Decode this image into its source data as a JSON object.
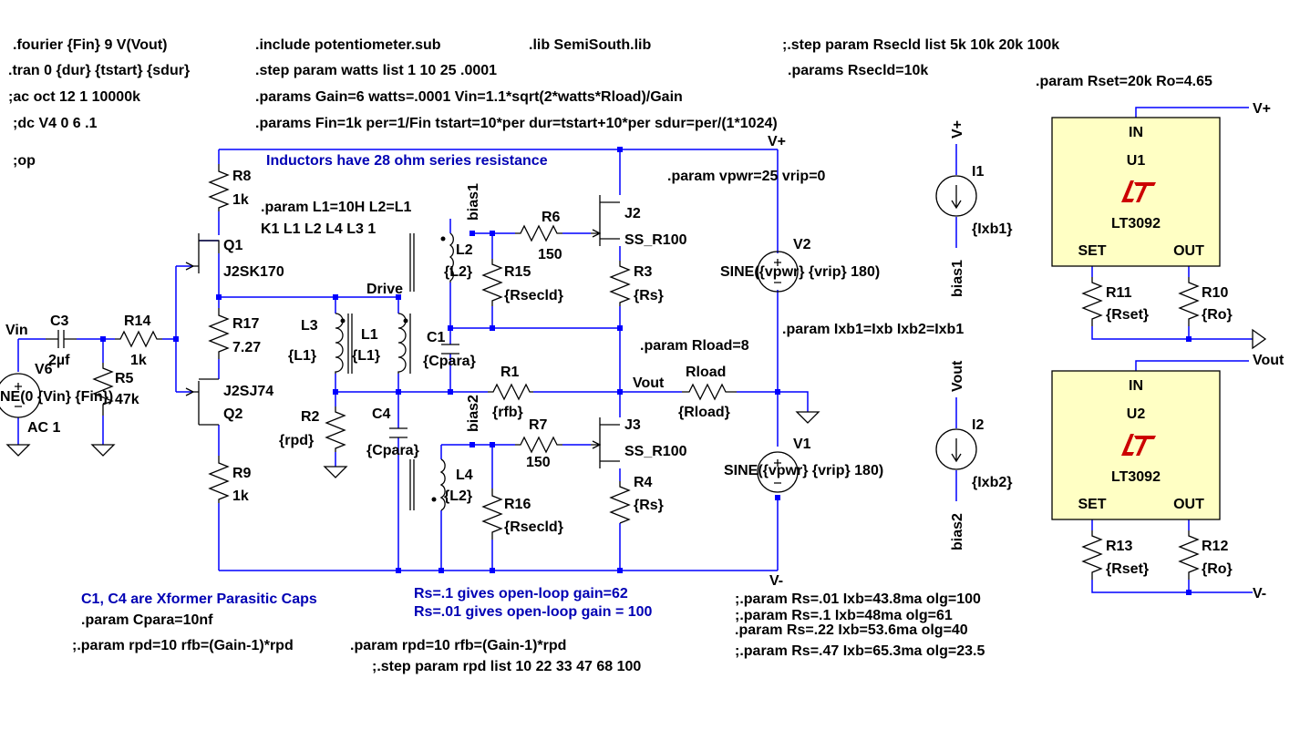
{
  "directives": {
    "fourier": ".fourier {Fin} 9 V(Vout)",
    "tran": ".tran 0 {dur} {tstart} {sdur}",
    "ac": ";ac oct 12 1 10000k",
    "dc": ";dc V4 0 6 .1",
    "op": ";op",
    "include": ".include potentiometer.sub",
    "step_watts": ".step param watts list 1  10   25 .0001",
    "params_gain": ".params Gain=6 watts=.0001 Vin=1.1*sqrt(2*watts*Rload)/Gain",
    "params_fin": ".params Fin=1k per=1/Fin tstart=10*per dur=tstart+10*per sdur=per/(1*1024)",
    "lib": ".lib SemiSouth.lib",
    "step_rsecld": ";.step param Rsecld list 5k 10k 20k 100k",
    "params_rsecld": ".params Rsecld=10k",
    "param_rset": ".param Rset=20k Ro=4.65",
    "param_inductors": ".param L1=10H L2=L1",
    "coupling": "K1 L1 L2 L4  L3 1",
    "param_vpwr": ".param vpwr=25 vrip=0",
    "param_ixb": ".param Ixb1=Ixb Ixb2=Ixb1",
    "param_rload": ".param Rload=8",
    "param_cpara": ".param Cpara=10nf",
    "param_rpd_commented": ";.param rpd=10 rfb=(Gain-1)*rpd",
    "param_rpd": ".param rpd=10 rfb=(Gain-1)*rpd",
    "step_rpd": ";.step param rpd list 10 22 33 47 68 100",
    "rs_001": ";.param Rs=.01 Ixb=43.8ma olg=100",
    "rs_01": ";.param Rs=.1 Ixb=48ma  olg=61",
    "rs_022": ".param Rs=.22 Ixb=53.6ma olg=40",
    "rs_047": ";.param Rs=.47 Ixb=65.3ma olg=23.5"
  },
  "comments": {
    "inductors": "Inductors have 28 ohm series resistance",
    "parasitic": "C1, C4 are Xformer Parasitic Caps",
    "olg_01": "Rs=.1   gives open-loop gain=62",
    "olg_001": "Rs=.01 gives open-loop gain = 100"
  },
  "nets": {
    "vplus": "V+",
    "vminus": "V-",
    "vin": "Vin",
    "vout": "Vout",
    "drive": "Drive",
    "bias1": "bias1",
    "bias2": "bias2"
  },
  "components": {
    "R8": {
      "name": "R8",
      "value": "1k"
    },
    "R9": {
      "name": "R9",
      "value": "1k"
    },
    "R14": {
      "name": "R14",
      "value": "1k"
    },
    "R5": {
      "name": "R5",
      "value": "47k"
    },
    "R17": {
      "name": "R17",
      "value": "7.27"
    },
    "R2": {
      "name": "R2",
      "value": "{rpd}"
    },
    "R1": {
      "name": "R1",
      "value": "{rfb}"
    },
    "R6": {
      "name": "R6",
      "value": "150"
    },
    "R7": {
      "name": "R7",
      "value": "150"
    },
    "R15": {
      "name": "R15",
      "value": "{Rsecld}"
    },
    "R16": {
      "name": "R16",
      "value": "{Rsecld}"
    },
    "R3": {
      "name": "R3",
      "value": "{Rs}"
    },
    "R4": {
      "name": "R4",
      "value": "{Rs}"
    },
    "Rload": {
      "name": "Rload",
      "value": "{Rload}"
    },
    "R11": {
      "name": "R11",
      "value": "{Rset}"
    },
    "R10": {
      "name": "R10",
      "value": "{Ro}"
    },
    "R13": {
      "name": "R13",
      "value": "{Rset}"
    },
    "R12": {
      "name": "R12",
      "value": "{Ro}"
    },
    "C3": {
      "name": "C3",
      "value": "2µf"
    },
    "C1": {
      "name": "C1",
      "value": "{Cpara}"
    },
    "C4": {
      "name": "C4",
      "value": "{Cpara}"
    },
    "L1": {
      "name": "L1",
      "value": "{L1}"
    },
    "L2": {
      "name": "L2",
      "value": "{L2}"
    },
    "L3": {
      "name": "L3",
      "value": "{L1}"
    },
    "L4": {
      "name": "L4",
      "value": "{L2}"
    },
    "Q1": {
      "name": "Q1",
      "model": "J2SK170"
    },
    "Q2": {
      "name": "Q2",
      "model": "J2SJ74"
    },
    "J2": {
      "name": "J2",
      "model": "SS_R100"
    },
    "J3": {
      "name": "J3",
      "model": "SS_R100"
    },
    "V6": {
      "name": "V6",
      "value": "NE(0 {Vin} {Fin})",
      "ac": "AC 1"
    },
    "V2": {
      "name": "V2",
      "value": "SINE({vpwr} {vrip} 180)"
    },
    "V1": {
      "name": "V1",
      "value": "SINE({vpwr} {vrip} 180)"
    },
    "I1": {
      "name": "I1",
      "value": "{Ixb1}"
    },
    "I2": {
      "name": "I2",
      "value": "{Ixb2}"
    }
  },
  "regulators": [
    {
      "name": "U1",
      "model": "LT3092",
      "pin_in": "IN",
      "pin_set": "SET",
      "pin_out": "OUT"
    },
    {
      "name": "U2",
      "model": "LT3092",
      "pin_in": "IN",
      "pin_set": "SET",
      "pin_out": "OUT"
    }
  ],
  "colors": {
    "wire": "#0000ff",
    "comment": "#0000b4",
    "ic_fill": "#ffffc4",
    "logo": "#cc0000"
  }
}
